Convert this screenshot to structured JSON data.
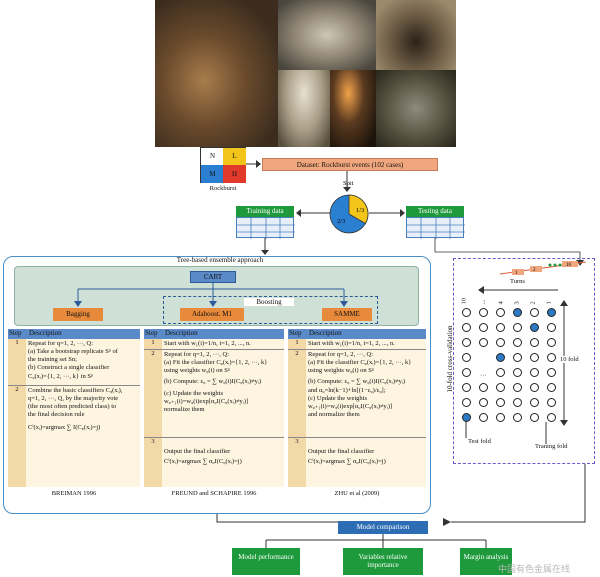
{
  "rockburst": {
    "quadrants": {
      "n": "N",
      "l": "L",
      "m": "M",
      "h": "H"
    },
    "label": "Rockburst",
    "colors": {
      "n": "#ffffff",
      "l": "#f3c51b",
      "m": "#2b7fd1",
      "h": "#e23a2a"
    }
  },
  "dataset_label": "Dataset: Rockburst events (102 cases)",
  "spit_label": "Spit",
  "pie": {
    "one_third": "1/3",
    "two_thirds": "2/3",
    "split_fraction_testing": 0.333
  },
  "training_label": "Training data",
  "testing_label": "Testing data",
  "ensemble": {
    "title": "Tree-based ensemble approach",
    "cart": "CART",
    "boosting": "Boosting",
    "bagging": "Bagging",
    "adaboost": "Adaboost. M1",
    "samme": "SAMME"
  },
  "table_headers": {
    "step": "Step",
    "description": "Description"
  },
  "bagging_steps": [
    {
      "no": "1",
      "lines": [
        "Repeat for q=1, 2, ···, Q:",
        "(a) Take a bootstrap replicate Sᵖ of",
        "the training set Sn;",
        "(b) Construct a single classifier",
        "Cᵩ(xᵢ)={1, 2, ···, k}   in Sᵖ"
      ]
    },
    {
      "no": "2",
      "lines": [
        "Combine the basic classifiers Cᵩ(xᵢ),",
        "q=1, 2, ···, Q, by the majority vote",
        "(the most often predicted class) to",
        "the final decision rule",
        "Cⁱ(xᵢ)=argmax ∑ I(Cᵩ(xᵢ)=j)"
      ]
    }
  ],
  "adaboost_steps": [
    {
      "no": "1",
      "lines": [
        "Start with w₁(i)=1/n, i=1, 2, ..., n."
      ]
    },
    {
      "no": "2",
      "lines": [
        "Repeat for q=1, 2, ···, Q:",
        "(a) Fit the classifier Cᵩ(xᵢ)={1, 2, ···, k}",
        "using weights wᵩ(i) on Sᵖ",
        "(b) Compute: εᵩ = ∑ wᵩ(i)I(Cᵩ(xᵢ)≠yᵢ)",
        "(c) Update the weights",
        "wᵩ₊₁(i)=wᵩ(i)exp[αᵩI(Cᵩ(xᵢ)≠yᵢ)]",
        "normalize them"
      ]
    },
    {
      "no": "3",
      "lines": [
        "Output the final classifier",
        "Cⁱ(xᵢ)=argmax ∑ αᵩI(Cᵩ(xᵢ)=j)"
      ]
    }
  ],
  "samme_steps": [
    {
      "no": "1",
      "lines": [
        "Start with w₁(i)=1/n, i=1, 2, ..., n."
      ]
    },
    {
      "no": "2",
      "lines": [
        "Repeat for q=1, 2, ···, Q:",
        "(a) Fit the classifier Cᵩ(xᵢ)={1, 2, ···, k}",
        "using weights wᵩ(i) on Sᵖ",
        "(b) Compute: εᵩ = ∑ wᵩ(i)I(Cᵩ(xᵢ)≠yᵢ)",
        "and αᵩ=ln(k−1)+ln[(1−εᵩ)/εᵩ];",
        "(c) Update the weights",
        "wᵩ₊₁(i)=wᵩ(i)exp[αᵩI(Cᵩ(xᵢ)≠yᵢ)]",
        "and normalize them"
      ]
    },
    {
      "no": "3",
      "lines": [
        "Output the final classifier",
        "Cⁱ(xᵢ)=argmax ∑ αᵩI(Cᵩ(xᵢ)=j)"
      ]
    }
  ],
  "citations": {
    "bagging": "BREIMAN 1996",
    "adaboost": "FREUND and SCHAPIRE 1996",
    "samme": "ZHU et al (2009)"
  },
  "cv": {
    "side_label": "10-fold cross-validation",
    "turns": "Turns",
    "fold_label": "10 fold",
    "test_fold": "Test fold",
    "training_fold": "Traning fold",
    "col_numbers": [
      "10",
      "...",
      "4",
      "3",
      "2",
      "1"
    ],
    "ribbon_numbers": [
      "1",
      "2",
      "10"
    ],
    "fold_dots": "···",
    "colors": {
      "test": "#2d79c4",
      "train": "#ffffff"
    }
  },
  "model_comparison": "Model comparison",
  "outputs": [
    "Model performance",
    "Variables relative importance",
    "Margin analysis"
  ],
  "watermark": "中国有色金属在线"
}
